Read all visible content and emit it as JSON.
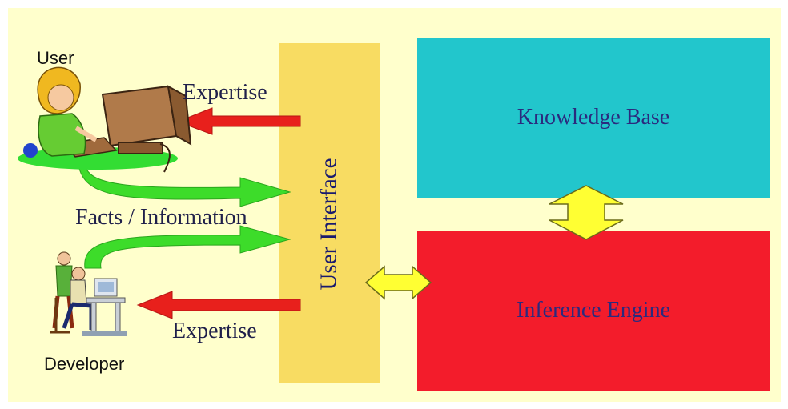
{
  "diagram": {
    "user_label": "User",
    "developer_label": "Developer",
    "expertise_top": "Expertise",
    "expertise_bottom": "Expertise",
    "facts_label": "Facts / Information",
    "user_interface": "User Interface",
    "knowledge_base": "Knowledge Base",
    "inference_engine": "Inference Engine"
  },
  "colors": {
    "background": "#ffffcc",
    "user_interface": "#f8dc62",
    "knowledge_base": "#22c6cc",
    "inference_engine": "#f31c2b",
    "expertise_arrow": "#e8201c",
    "facts_arrow": "#3ddc2a",
    "link_arrow": "#ffff33"
  },
  "icons": [
    "user-at-computer-icon",
    "developer-workstation-icon"
  ]
}
